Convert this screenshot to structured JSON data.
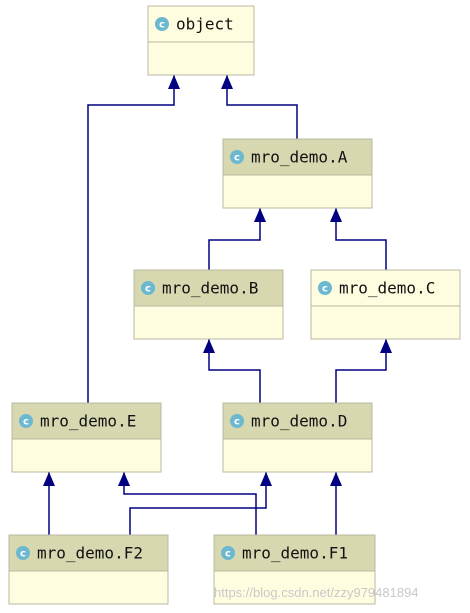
{
  "diagram": {
    "classes": [
      {
        "id": "object",
        "name": "object",
        "icon": "class-icon",
        "icon_letter": "c"
      },
      {
        "id": "A",
        "name": "mro_demo.A",
        "icon": "class-icon",
        "icon_letter": "c"
      },
      {
        "id": "B",
        "name": "mro_demo.B",
        "icon": "class-icon",
        "icon_letter": "c"
      },
      {
        "id": "C",
        "name": "mro_demo.C",
        "icon": "class-icon",
        "icon_letter": "c"
      },
      {
        "id": "E",
        "name": "mro_demo.E",
        "icon": "class-icon",
        "icon_letter": "c"
      },
      {
        "id": "D",
        "name": "mro_demo.D",
        "icon": "class-icon",
        "icon_letter": "c"
      },
      {
        "id": "F2",
        "name": "mro_demo.F2",
        "icon": "class-icon",
        "icon_letter": "c"
      },
      {
        "id": "F1",
        "name": "mro_demo.F1",
        "icon": "class-icon",
        "icon_letter": "c"
      }
    ],
    "inheritance": [
      {
        "child": "A",
        "parent": "object"
      },
      {
        "child": "E",
        "parent": "object"
      },
      {
        "child": "B",
        "parent": "A"
      },
      {
        "child": "C",
        "parent": "A"
      },
      {
        "child": "D",
        "parent": "B"
      },
      {
        "child": "D",
        "parent": "C"
      },
      {
        "child": "F2",
        "parent": "E"
      },
      {
        "child": "F2",
        "parent": "D"
      },
      {
        "child": "F1",
        "parent": "E"
      },
      {
        "child": "F1",
        "parent": "D"
      }
    ]
  },
  "watermark": "https://blog.csdn.net/zzy979481894",
  "colors": {
    "header_default": "#fffde0",
    "header_selected": "#d8d8b0",
    "body": "#fffde0",
    "border": "#b8b8a0",
    "arrow": "#000080",
    "icon": "#6bb8d0"
  }
}
